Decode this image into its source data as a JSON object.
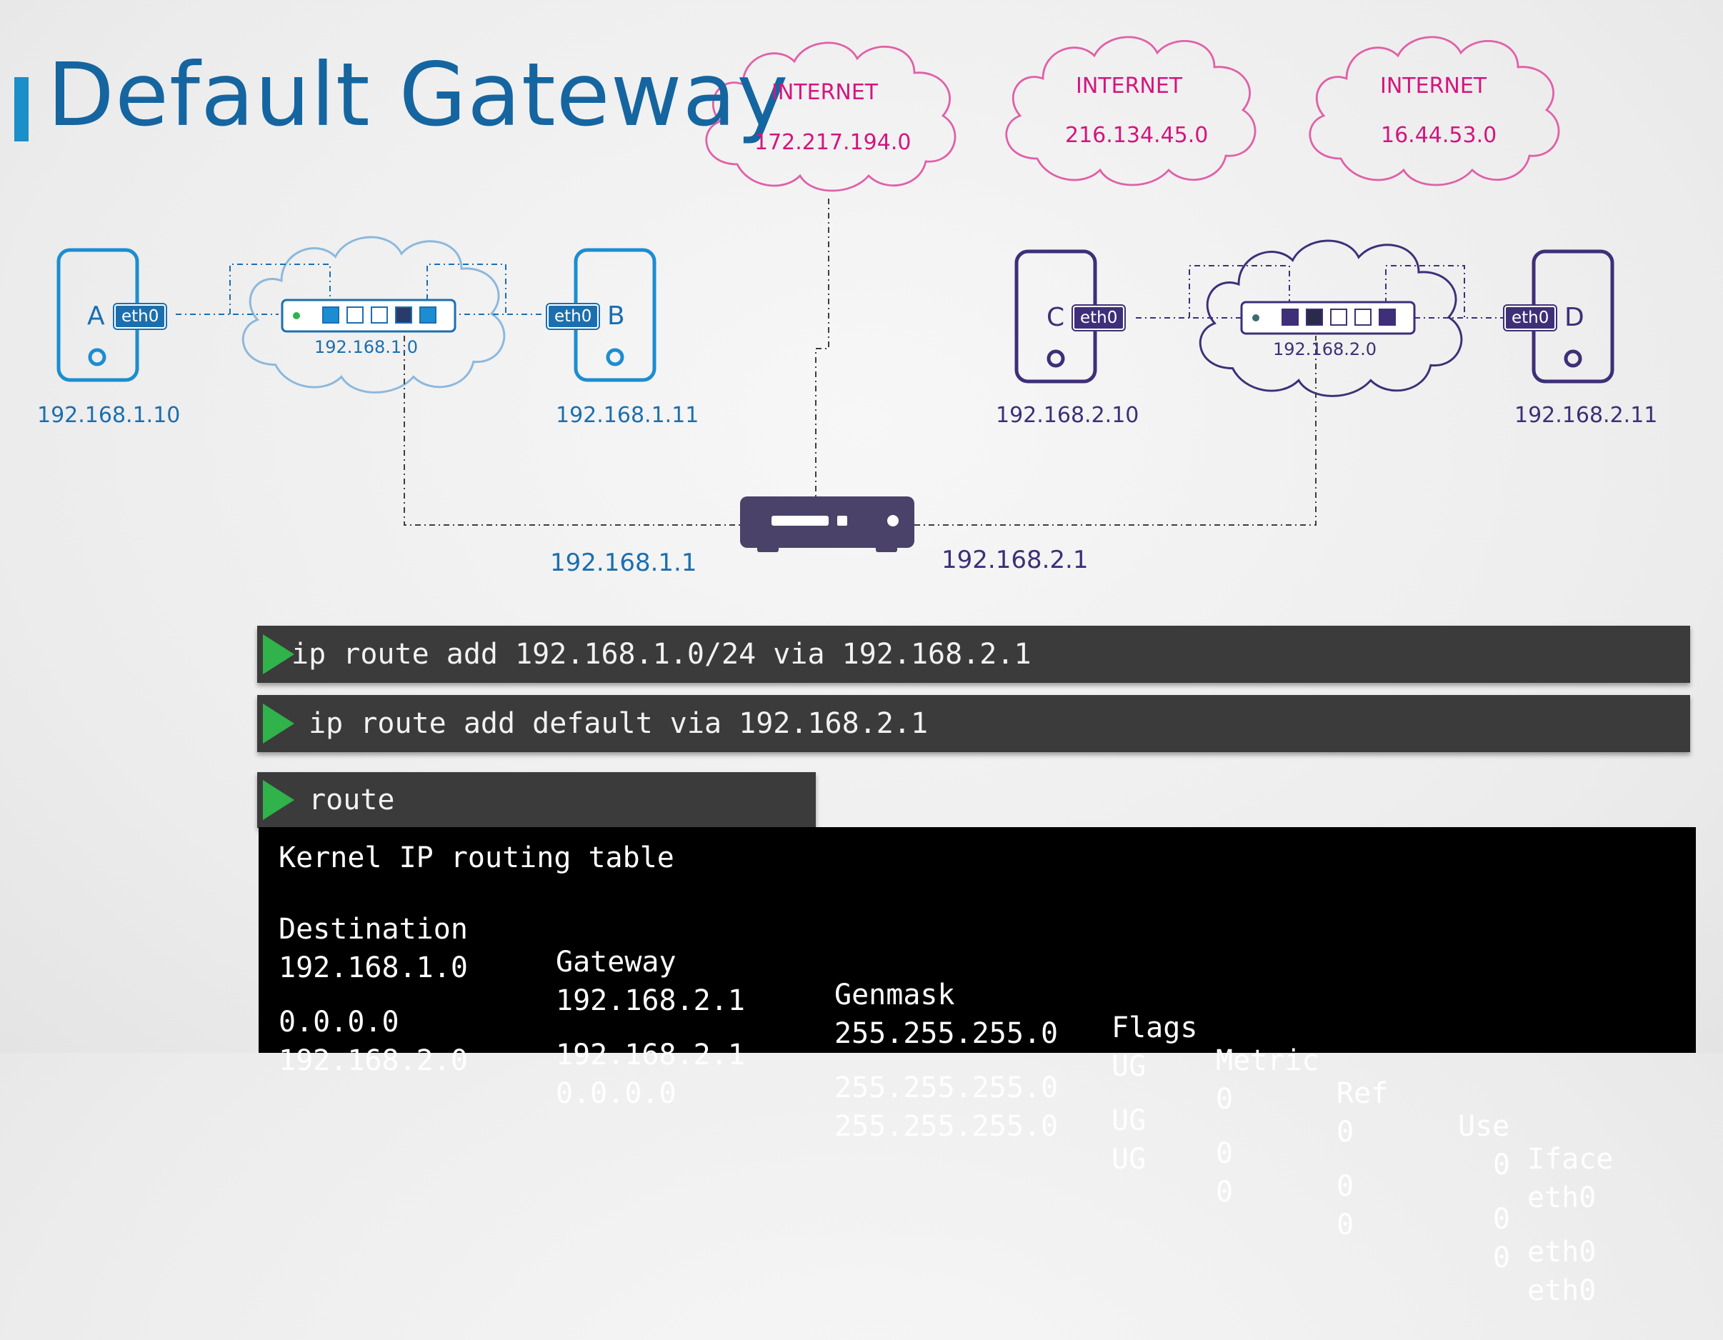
{
  "title": "Default Gateway",
  "internet_clouds": [
    {
      "label": "INTERNET",
      "ip": "172.217.194.0"
    },
    {
      "label": "INTERNET",
      "ip": "216.134.45.0"
    },
    {
      "label": "INTERNET",
      "ip": "16.44.53.0"
    }
  ],
  "hosts": {
    "a": {
      "letter": "A",
      "iface": "eth0",
      "ip": "192.168.1.10"
    },
    "b": {
      "letter": "B",
      "iface": "eth0",
      "ip": "192.168.1.11"
    },
    "c": {
      "letter": "C",
      "iface": "eth0",
      "ip": "192.168.2.10"
    },
    "d": {
      "letter": "D",
      "iface": "eth0",
      "ip": "192.168.2.11"
    }
  },
  "switches": {
    "left": {
      "network": "192.168.1.0"
    },
    "right": {
      "network": "192.168.2.0"
    }
  },
  "router": {
    "left_ip": "192.168.1.1",
    "right_ip": "192.168.2.1"
  },
  "colors": {
    "left_network": "#1a6fb0",
    "right_network": "#3e2f78",
    "internet": "#d4157f",
    "prompt": "#2fb34a"
  },
  "commands": [
    "ip route add 192.168.1.0/24 via 192.168.2.1",
    " ip route add default via 192.168.2.1",
    " route"
  ],
  "route_table": {
    "title": "Kernel IP routing table",
    "headers": [
      "Destination",
      "Gateway",
      "Genmask",
      "Flags",
      "Metric",
      "Ref",
      "Use",
      "Iface"
    ],
    "rows": [
      [
        "192.168.1.0",
        "192.168.2.1",
        "255.255.255.0",
        "UG",
        "0",
        "0",
        "0",
        "eth0"
      ],
      [
        "0.0.0.0",
        "192.168.2.1",
        "255.255.255.0",
        "UG",
        "0",
        "0",
        "0",
        "eth0"
      ],
      [
        "192.168.2.0",
        "0.0.0.0",
        "255.255.255.0",
        "UG",
        "0",
        "0",
        "0",
        "eth0"
      ]
    ]
  }
}
